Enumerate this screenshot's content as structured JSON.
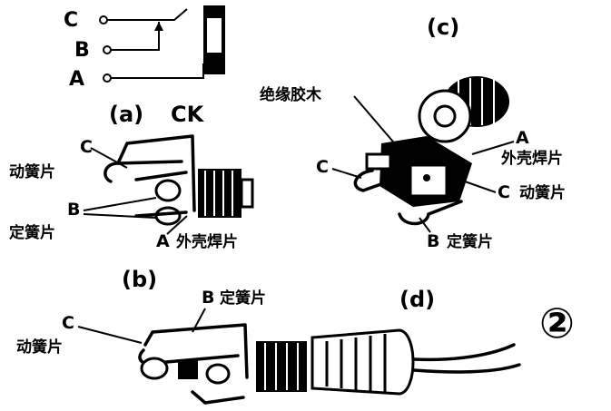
{
  "panel_a": {
    "terminal_c": "C",
    "terminal_b": "B",
    "terminal_a": "A",
    "caption": "(a)",
    "caption_code": "CK"
  },
  "panel_b": {
    "label_c": "C",
    "label_moving_spring": "动簧片",
    "label_b": "B",
    "label_fixed_spring": "定簧片",
    "label_a": "A",
    "label_shell_lug": "外壳焊片",
    "caption": "(b)"
  },
  "panel_c": {
    "caption": "(c)",
    "label_insulator": "绝缘胶木",
    "label_a": "A",
    "label_shell_lug": "外壳焊片",
    "label_c_left": "C",
    "label_c_right": "C",
    "label_moving_spring": "动簧片",
    "label_b": "B",
    "label_fixed_spring": "定簧片"
  },
  "panel_d": {
    "label_b": "B",
    "label_fixed_spring": "定簧片",
    "caption": "(d)",
    "label_c": "C",
    "label_moving_spring": "动簧片"
  },
  "figure_number": "②"
}
